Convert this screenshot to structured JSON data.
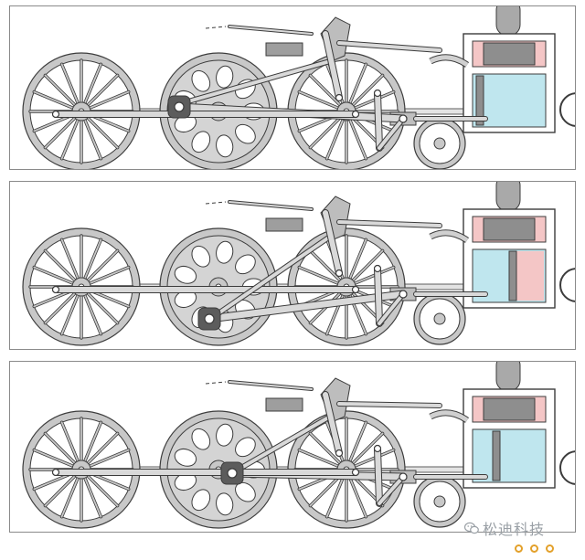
{
  "figure": {
    "panels": [
      {
        "id": "panel-1",
        "mechanism": "piston-and-valve-gear",
        "piston_side": "left"
      },
      {
        "id": "panel-2",
        "mechanism": "piston-and-valve-gear",
        "piston_side": "right"
      },
      {
        "id": "panel-3",
        "mechanism": "piston-and-valve-gear",
        "piston_side": "center"
      }
    ],
    "colors": {
      "wheel": "#c8c8c8",
      "outline": "#3c3c3c",
      "cylinder_cyan": "#bfe6ee",
      "cylinder_pink": "#f4c6c6",
      "valve": "#8e8e8e"
    }
  },
  "watermark": {
    "text": "松迪科技",
    "icon": "wechat-icon"
  },
  "page_indicator": {
    "count": 3,
    "dot_color": "#e3a02a"
  }
}
